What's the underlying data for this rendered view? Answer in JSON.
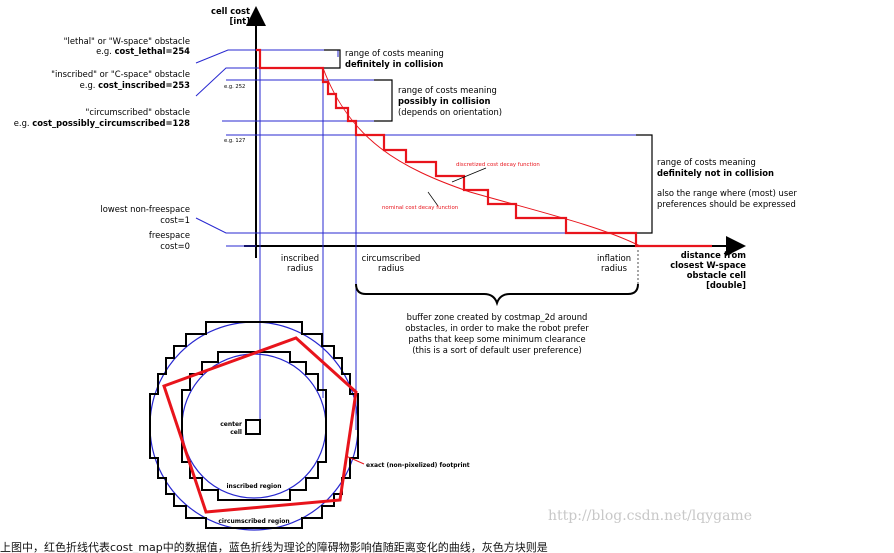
{
  "axes": {
    "y_label_line1": "cell cost",
    "y_label_line2": "[int]",
    "x_label_lines": [
      "distance from",
      "closest W-space",
      "obstacle cell",
      "[double]"
    ]
  },
  "left_labels": {
    "lethal_line1": "\"lethal\" or \"W-space\" obstacle",
    "lethal_prefix": "e.g. ",
    "lethal_value": "cost_lethal=254",
    "inscribed_line1": "\"inscribed\" or \"C-space\" obstacle",
    "inscribed_prefix": "e.g. ",
    "inscribed_value": "cost_inscribed=253",
    "circumscribed_line1": "\"circumscribed\" obstacle",
    "circumscribed_prefix": "e.g. ",
    "circumscribed_value": "cost_possibly_circumscribed=128",
    "nonfree_line1": "lowest non-freespace",
    "nonfree_line2": "cost=1",
    "free_line1": "freespace",
    "free_line2": "cost=0",
    "eg252": "e.g. 252",
    "eg127": "e.g. 127"
  },
  "ranges": {
    "collision_line1": "range of costs meaning",
    "collision_line2": "definitely in collision",
    "possibly_line1": "range of costs meaning",
    "possibly_line2": "possibly in collision",
    "possibly_line3": "(depends on orientation)",
    "notcoll_line1": "range of costs meaning",
    "notcoll_line2": "definitely not in collision",
    "notcoll_line3": "also the range where (most) user",
    "notcoll_line4": "preferences should be expressed"
  },
  "curves": {
    "discretized": "discretized cost decay function",
    "nominal": "nominal cost decay function"
  },
  "radii": {
    "inscribed_line1": "inscribed",
    "inscribed_line2": "radius",
    "circumscribed_line1": "circumscribed",
    "circumscribed_line2": "radius",
    "inflation_line1": "inflation",
    "inflation_line2": "radius"
  },
  "buffer_text": [
    "buffer zone created by costmap_2d around",
    "obstacles, in order to make the robot prefer",
    "paths that keep some minimum clearance",
    "(this is a sort of default user preference)"
  ],
  "footprint": {
    "center_line1": "center",
    "center_line2": "cell",
    "exact": "exact (non-pixelized) footprint",
    "inscribed_region": "inscribed region",
    "circumscribed_region": "circumscribed region"
  },
  "watermark": "http://blog.csdn.net/lqygame",
  "caption": "上图中，红色折线代表cost_map中的数据值，蓝色折线为理论的障碍物影响值随距离变化的曲线，灰色方块则是",
  "colors": {
    "red": "#e8141c",
    "blue": "#2828d0",
    "black": "#000000",
    "watermark": "#c8c8c8"
  }
}
